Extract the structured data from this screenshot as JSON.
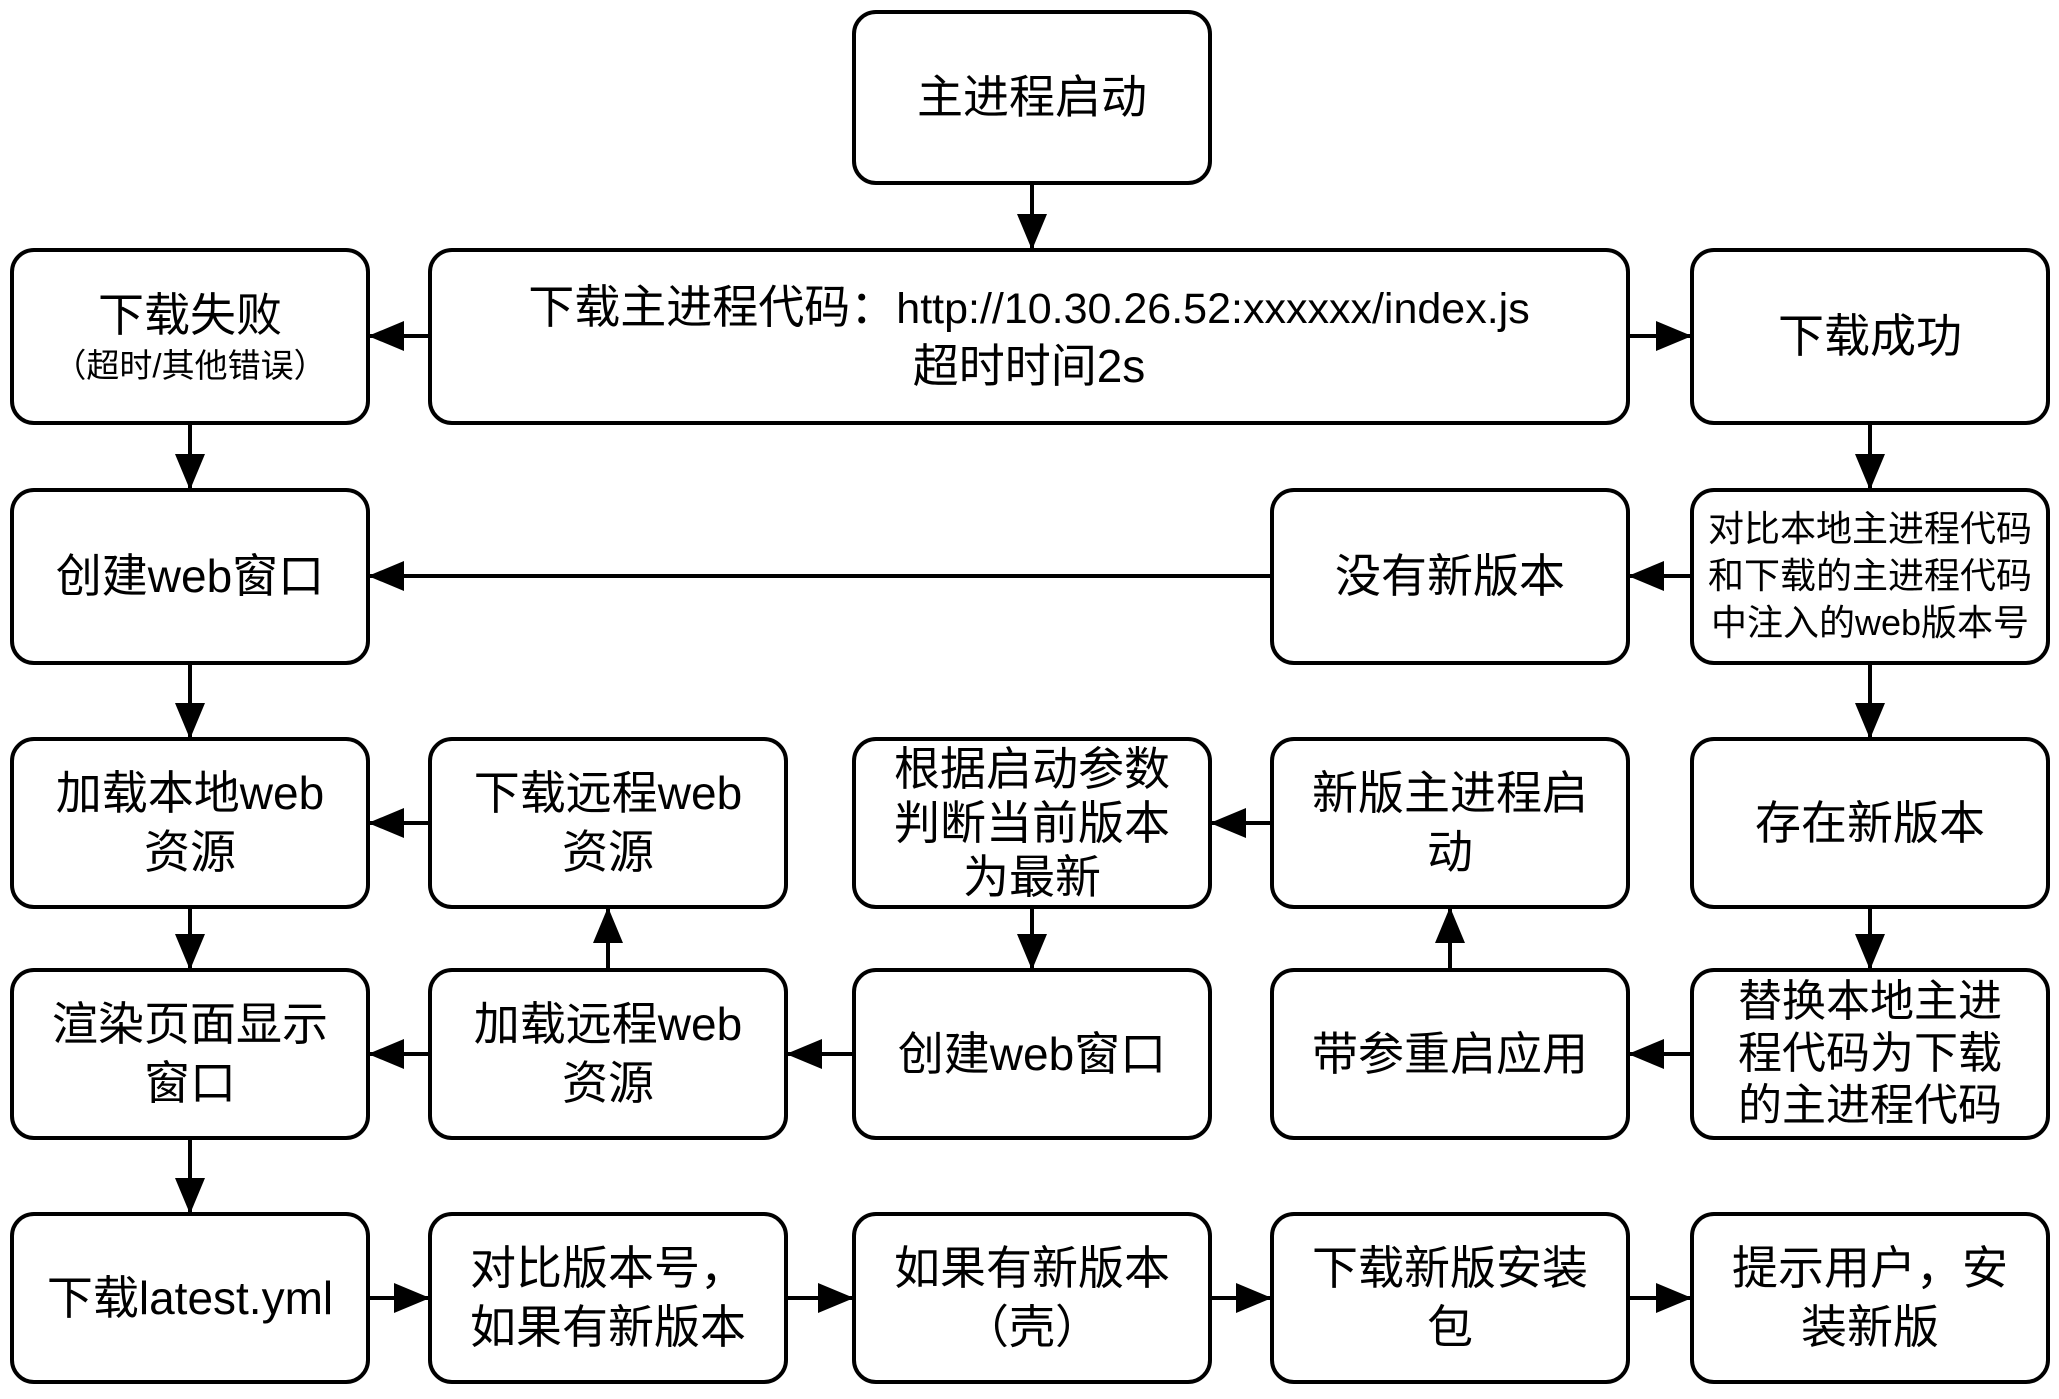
{
  "diagram": {
    "background_color": "#ffffff",
    "stroke_color": "#000000",
    "nodes": {
      "start": {
        "label": "主进程启动"
      },
      "download_fail": {
        "label": "下载失败",
        "sublabel": "（超时/其他错误）"
      },
      "download_main": {
        "title": "下载主进程代码：",
        "url": "http://10.30.26.52:xxxxxx/index.js",
        "note": "超时时间2s"
      },
      "download_success": {
        "label": "下载成功"
      },
      "create_window_1": {
        "label": "创建web窗口"
      },
      "no_new_version": {
        "label": "没有新版本"
      },
      "compare_version": {
        "label": "对比本地主进程代码\n和下载的主进程代码\n中注入的web版本号"
      },
      "load_local_web": {
        "label": "加载本地web\n资源"
      },
      "download_remote_web": {
        "label": "下载远程web\n资源"
      },
      "judge_latest": {
        "label": "根据启动参数\n判断当前版本\n为最新"
      },
      "new_main_start": {
        "label": "新版主进程启\n动"
      },
      "exists_new_version": {
        "label": "存在新版本"
      },
      "render_page": {
        "label": "渲染页面显示\n窗口"
      },
      "load_remote_web": {
        "label": "加载远程web\n资源"
      },
      "create_window_2": {
        "label": "创建web窗口"
      },
      "restart_with_args": {
        "label": "带参重启应用"
      },
      "replace_local_code": {
        "label": "替换本地主进\n程代码为下载\n的主进程代码"
      },
      "download_latest_yml": {
        "label": "下载latest.yml"
      },
      "compare_version_number": {
        "label": "对比版本号，\n如果有新版本"
      },
      "new_version_shell": {
        "label": "如果有新版本\n（壳）"
      },
      "download_installer": {
        "label": "下载新版安装\n包"
      },
      "prompt_install": {
        "label": "提示用户，安\n装新版"
      }
    },
    "edges": [
      {
        "from": "start",
        "to": "download_main"
      },
      {
        "from": "download_main",
        "to": "download_fail"
      },
      {
        "from": "download_main",
        "to": "download_success"
      },
      {
        "from": "download_fail",
        "to": "create_window_1"
      },
      {
        "from": "download_success",
        "to": "compare_version"
      },
      {
        "from": "compare_version",
        "to": "no_new_version"
      },
      {
        "from": "no_new_version",
        "to": "create_window_1"
      },
      {
        "from": "create_window_1",
        "to": "load_local_web"
      },
      {
        "from": "compare_version",
        "to": "exists_new_version"
      },
      {
        "from": "download_remote_web",
        "to": "load_local_web"
      },
      {
        "from": "new_main_start",
        "to": "judge_latest"
      },
      {
        "from": "load_local_web",
        "to": "render_page"
      },
      {
        "from": "exists_new_version",
        "to": "replace_local_code"
      },
      {
        "from": "load_remote_web",
        "to": "download_remote_web"
      },
      {
        "from": "judge_latest",
        "to": "create_window_2"
      },
      {
        "from": "restart_with_args",
        "to": "new_main_start"
      },
      {
        "from": "replace_local_code",
        "to": "restart_with_args"
      },
      {
        "from": "create_window_2",
        "to": "load_remote_web"
      },
      {
        "from": "load_remote_web",
        "to": "render_page"
      },
      {
        "from": "render_page",
        "to": "download_latest_yml"
      },
      {
        "from": "download_latest_yml",
        "to": "compare_version_number"
      },
      {
        "from": "compare_version_number",
        "to": "new_version_shell"
      },
      {
        "from": "new_version_shell",
        "to": "download_installer"
      },
      {
        "from": "download_installer",
        "to": "prompt_install"
      }
    ]
  }
}
